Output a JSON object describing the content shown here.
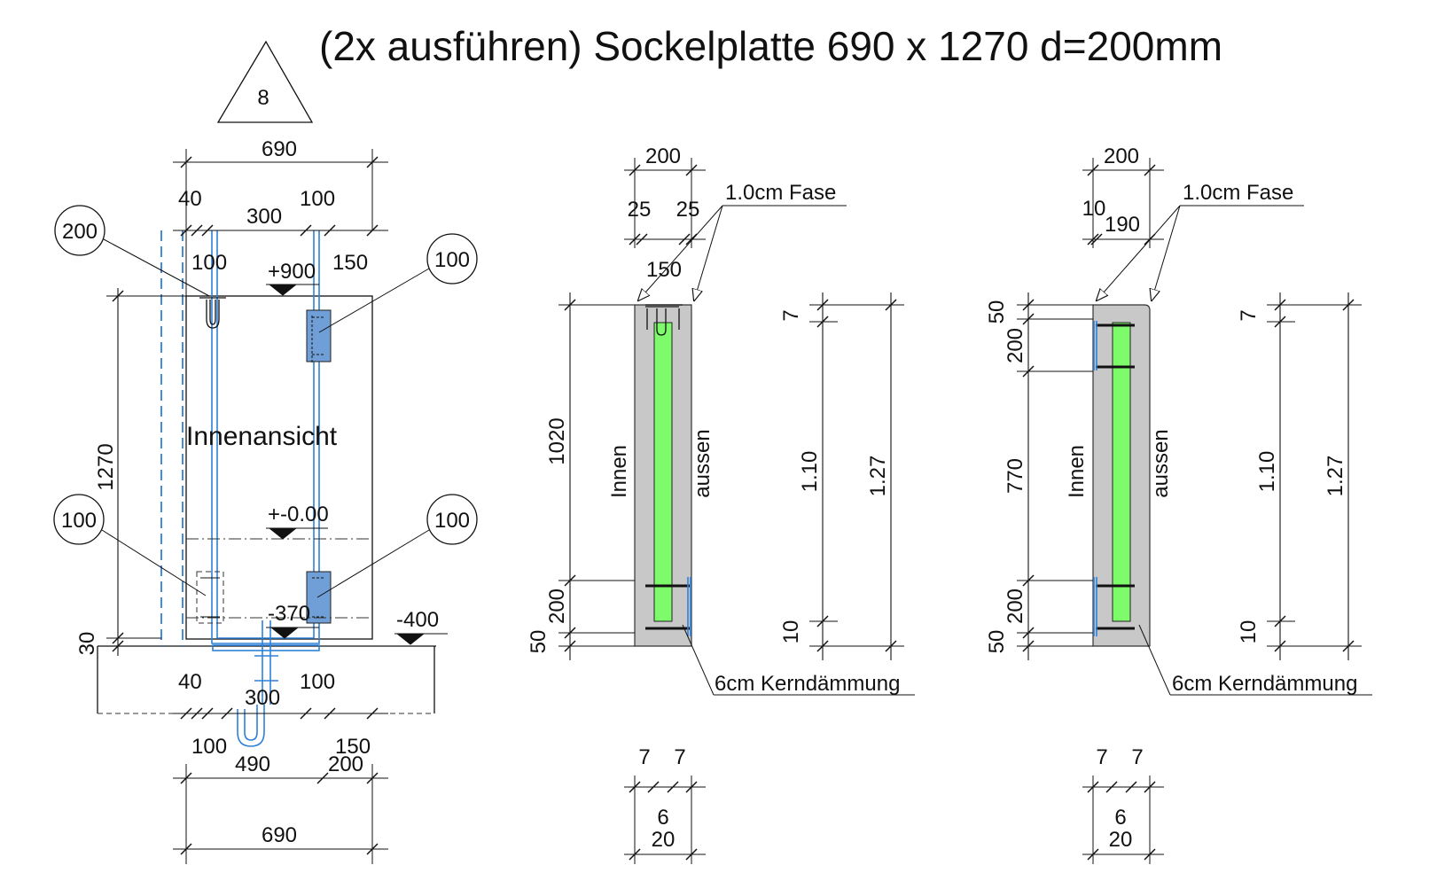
{
  "title": "(2x ausführen) Sockelplatte 690 x 1270 d=200mm",
  "section_marker": "8",
  "colors": {
    "steel": "#2f80d8",
    "concrete": "#c8c8c8",
    "insulation": "#7dfb6b",
    "plate": "#6f9fd6"
  },
  "elevation": {
    "label": "Innenansicht",
    "callouts": [
      "200",
      "100",
      "100",
      "100"
    ],
    "levels": [
      "+900",
      "+-0.00",
      "-370",
      "-400"
    ],
    "dims_top": {
      "total": "690",
      "a": "40",
      "b": "300",
      "c": "100",
      "d": "100",
      "e": "150"
    },
    "dims_left": {
      "height": "1270",
      "base": "30"
    },
    "dims_bottom": {
      "a": "40",
      "b": "300",
      "c": "100",
      "d": "100",
      "e": "150",
      "f": "490",
      "g": "200",
      "total": "690"
    }
  },
  "section1": {
    "width": "200",
    "edge_a": "25",
    "edge_b": "25",
    "mid": "150",
    "chamfer": "1.0cm Fase",
    "inner": "Innen",
    "outer": "aussen",
    "insulation": "6cm Kerndämmung",
    "dim_left": [
      "1020",
      "200",
      "50"
    ],
    "dim_right_a": [
      "7",
      "1.10",
      "10"
    ],
    "dim_right_b": "1.27",
    "bottom": [
      "7",
      "7",
      "6",
      "20"
    ]
  },
  "section2": {
    "width": "200",
    "edge_a": "10",
    "mid": "190",
    "chamfer": "1.0cm Fase",
    "inner": "Innen",
    "outer": "aussen",
    "insulation": "6cm Kerndämmung",
    "dim_left": [
      "50",
      "200",
      "770",
      "200",
      "50"
    ],
    "dim_right_a": [
      "7",
      "1.10",
      "10"
    ],
    "dim_right_b": "1.27",
    "bottom": [
      "7",
      "7",
      "6",
      "20"
    ]
  }
}
